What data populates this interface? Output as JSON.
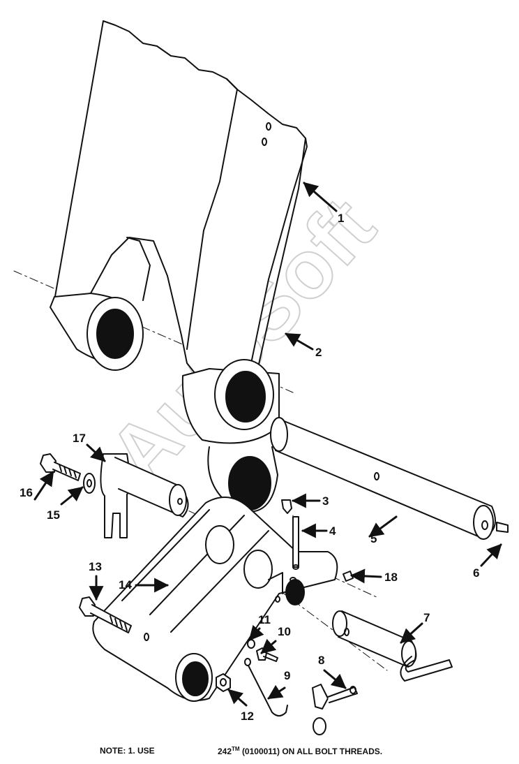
{
  "diagram": {
    "watermark": "AutoSoft",
    "callouts": [
      {
        "id": "1",
        "label": "1"
      },
      {
        "id": "2",
        "label": "2"
      },
      {
        "id": "3",
        "label": "3"
      },
      {
        "id": "4",
        "label": "4"
      },
      {
        "id": "5",
        "label": "5"
      },
      {
        "id": "6",
        "label": "6"
      },
      {
        "id": "7",
        "label": "7"
      },
      {
        "id": "8",
        "label": "8"
      },
      {
        "id": "9",
        "label": "9"
      },
      {
        "id": "10",
        "label": "10"
      },
      {
        "id": "11",
        "label": "11"
      },
      {
        "id": "12",
        "label": "12"
      },
      {
        "id": "13",
        "label": "13"
      },
      {
        "id": "14",
        "label": "14"
      },
      {
        "id": "15",
        "label": "15"
      },
      {
        "id": "16",
        "label": "16"
      },
      {
        "id": "17",
        "label": "17"
      },
      {
        "id": "18",
        "label": "18"
      }
    ]
  },
  "note": {
    "prefix": "NOTE:  1. USE",
    "product": "242",
    "trademark": "TM",
    "suffix": "(0100011) ON ALL BOLT THREADS."
  },
  "colors": {
    "line": "#111111",
    "fill_dark": "#111111",
    "watermark": "#cfcfcf"
  }
}
